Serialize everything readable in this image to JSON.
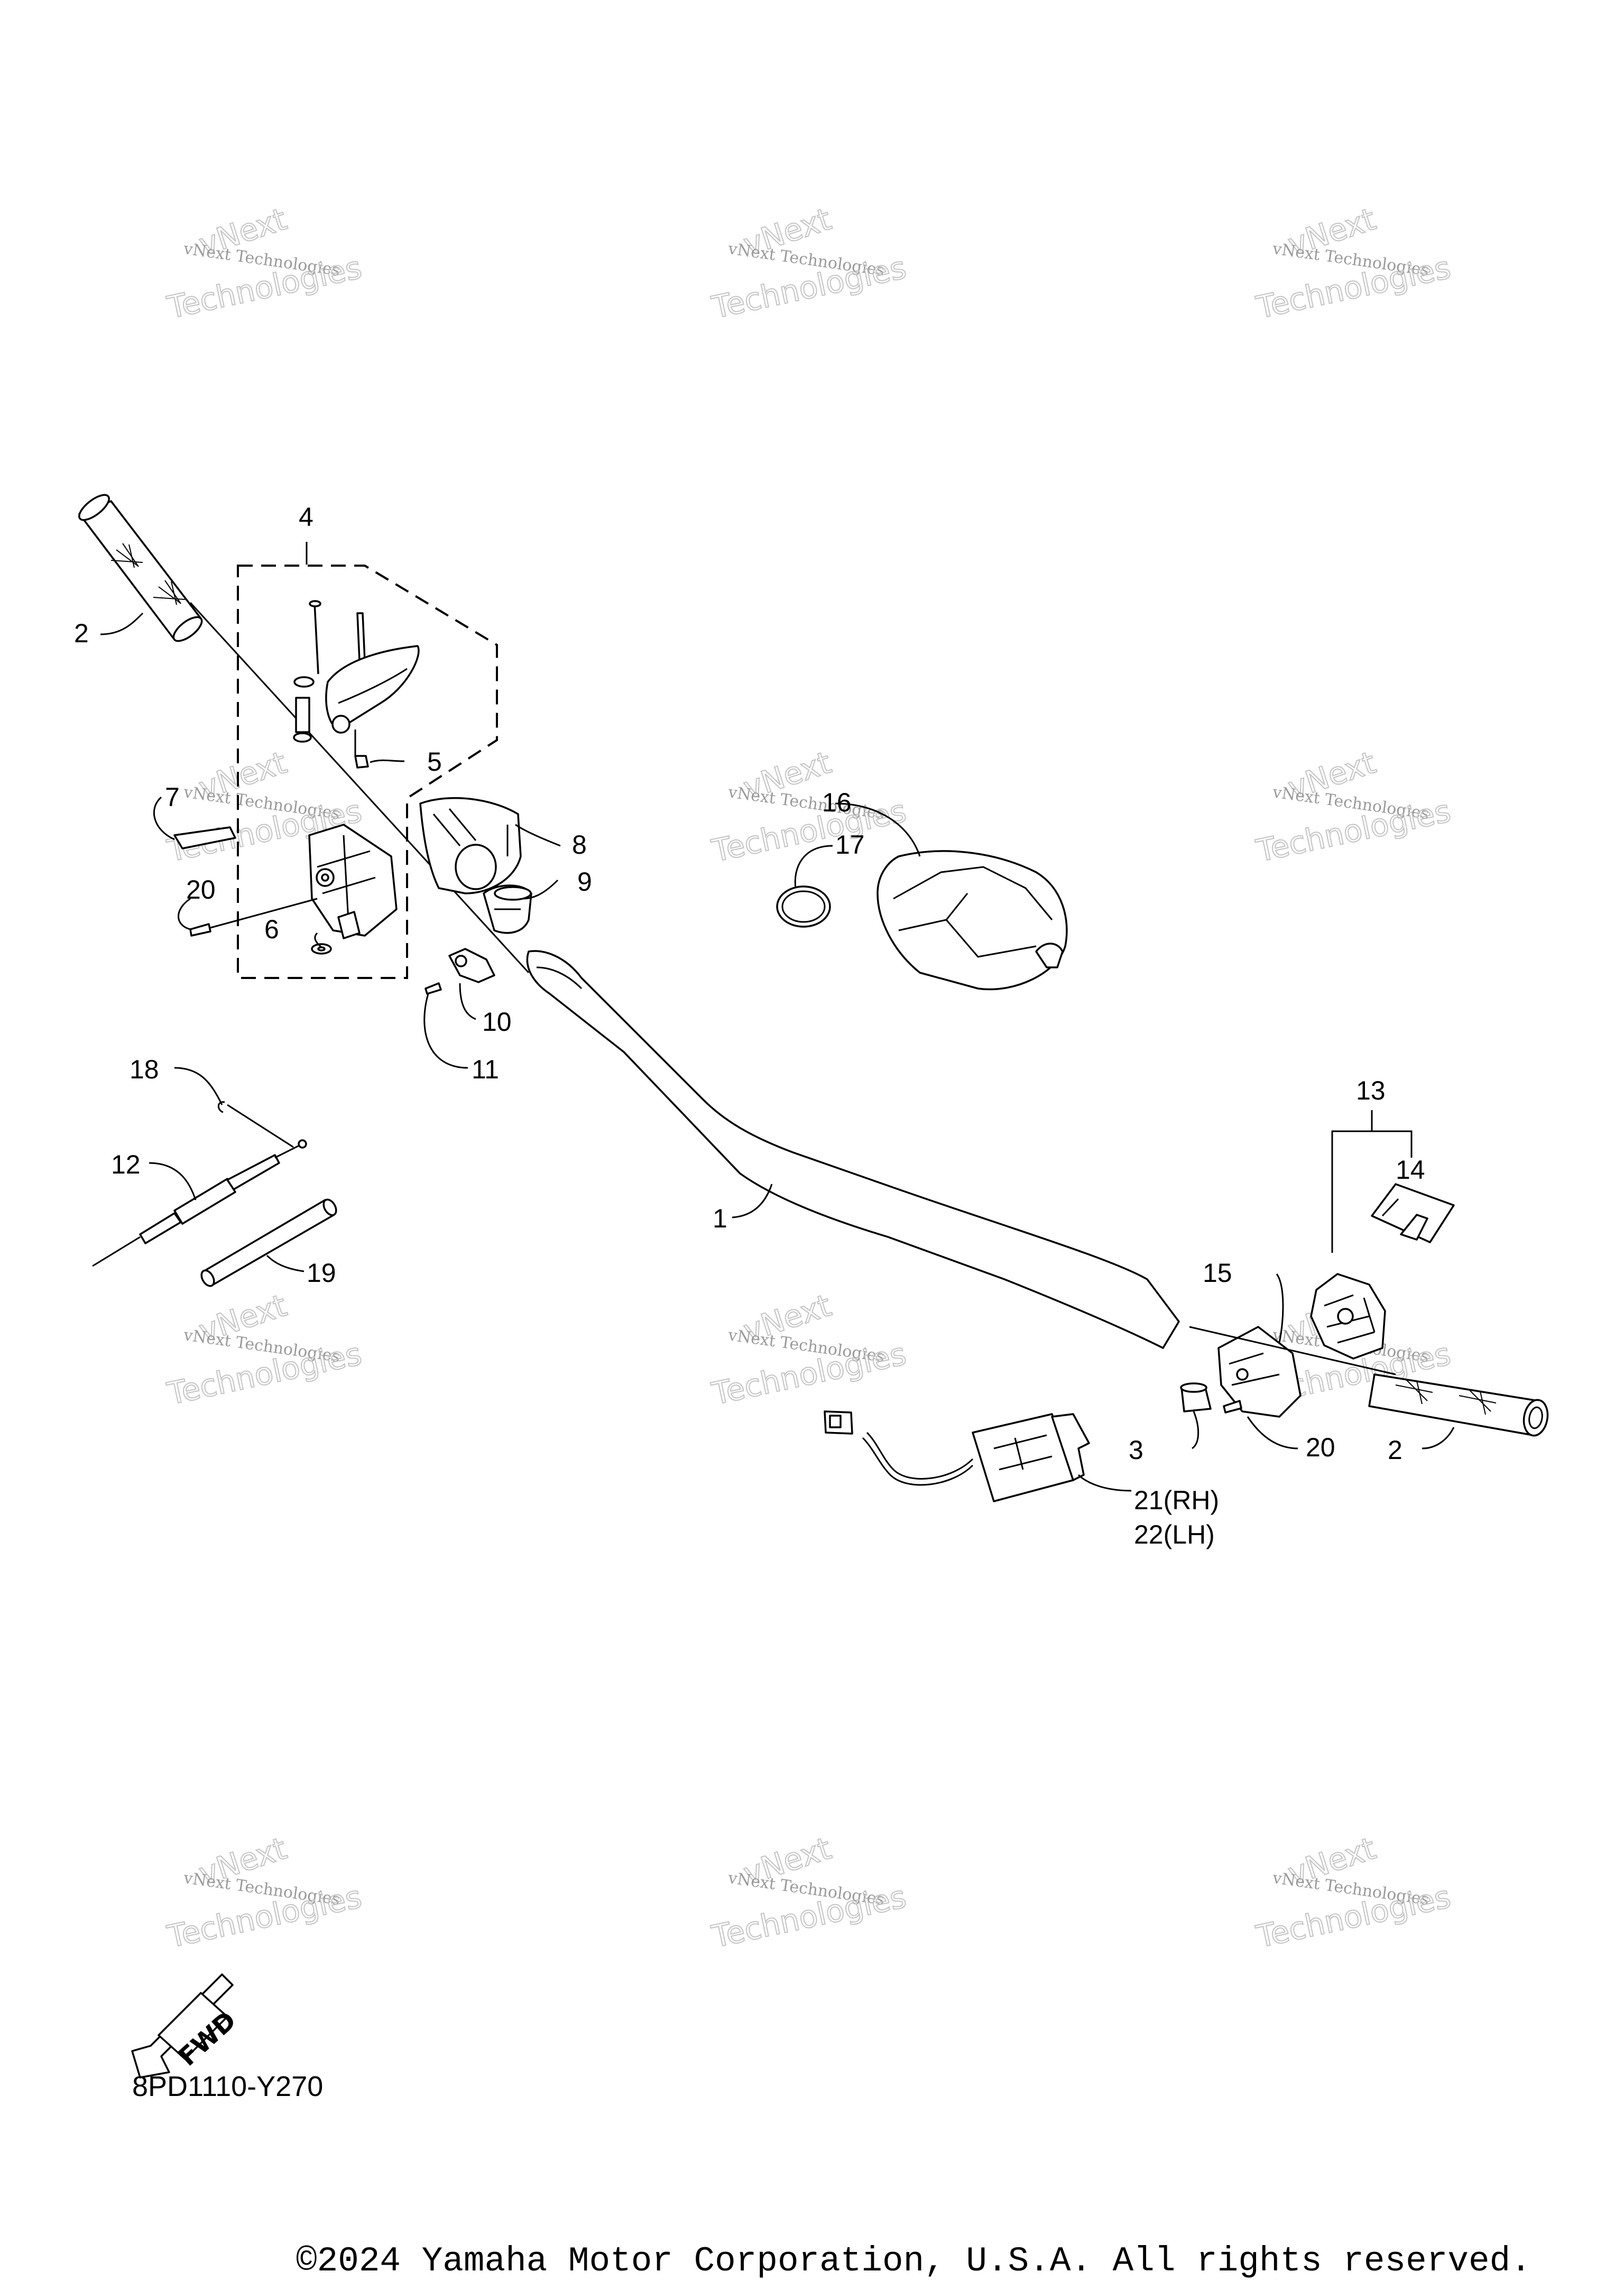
{
  "diagram_code": "8PD1110-Y270",
  "copyright": "©2024 Yamaha Motor Corporation, U.S.A. All rights reserved.",
  "watermark": {
    "line1": "vNext",
    "line2": "vNext Technologies",
    "line3": "Technologies"
  },
  "fwd_label": "FWD",
  "callouts": {
    "c1": "1",
    "c2_left": "2",
    "c2_right": "2",
    "c3": "3",
    "c4": "4",
    "c5": "5",
    "c6": "6",
    "c7": "7",
    "c8": "8",
    "c9": "9",
    "c10": "10",
    "c11": "11",
    "c12": "12",
    "c13": "13",
    "c14": "14",
    "c15": "15",
    "c16": "16",
    "c17": "17",
    "c18": "18",
    "c19": "19",
    "c20_left": "20",
    "c20_right": "20",
    "c21": "21(RH)",
    "c22": "22(LH)"
  }
}
